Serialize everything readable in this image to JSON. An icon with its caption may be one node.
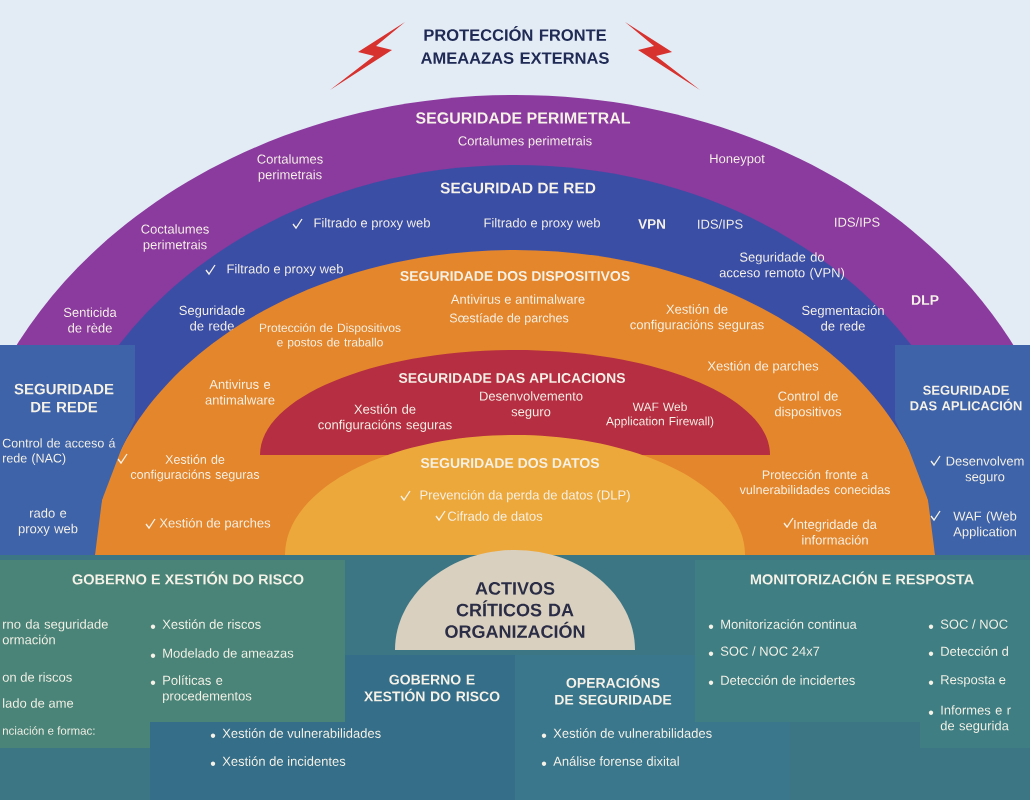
{
  "diagram": {
    "title": "PROTECCIÓN FRONTE AMEAAZAS EXTERNAS",
    "nodes": [
      {
        "text": [
          "SEGURIDADE PERIMETRAL",
          "Cortalumes perimetrais",
          "Cortalumes perimetrais",
          "Honeypot",
          "Coctalumes perimetrais",
          "IDS/IPS",
          "Senticida de rède",
          "DLP"
        ]
      },
      {
        "text": [
          "SEGURIDAD DE RED",
          "Filtrado e proxy web",
          "Filtrado e proxy web",
          "VPN",
          "IDS/IPS",
          "Filtrado e proxy web",
          "Seguridade do acceso remoto (VPN)",
          "Seguridade de rede",
          "Segmentación de rede"
        ],
        "in": 0
      },
      {
        "text": [
          "SEGURIDADE DOS DISPOSITIVOS",
          "Antivirus e antimalware",
          "Sœstíade de parches",
          "Protección de Dispositivos e postos de traballo",
          "Xestión de configuracións seguras",
          "Antivirus e antimalware",
          "Xestión de parches",
          "Control de dispositivos",
          "Xestión de configuracións seguras",
          "Xestión de parches",
          "Protección fronte a vulnerabilidades conecidas",
          "Integridade da información"
        ],
        "in": 1
      },
      {
        "text": [
          "SEGURIDADE DAS APLICACIONS",
          "Xestión de configuracións seguras",
          "Desenvolvemento seguro",
          "WAF Web Application Firewall)"
        ],
        "in": 2
      },
      {
        "text": [
          "SEGURIDADE DOS DATOS",
          "Prevención da perda de datos (DLP)",
          "Cifrado de datos"
        ],
        "in": 2
      },
      {
        "text": [
          "SEGURIDADE DE REDE",
          "Control de acceso á rede (NAC)",
          "rado e proxy web"
        ],
        "in": 0
      },
      {
        "text": [
          "SEGURIDADE DAS APLICACIÓN",
          "Desenvolvem seguro",
          "WAF (Web Application"
        ],
        "in": 0
      },
      {
        "text": [
          "ACTIVOS CRÍTICOS DA ORGANIZACIÓN"
        ]
      },
      {
        "text": [
          "GOBERNO E XESTIÓN DO RISCO",
          "rno da seguridade ormación",
          "on de riscos",
          "lado de ame",
          "nciación e formac:",
          "Xestión de riscos",
          "Modelado de ameazas",
          "Políticas e procedementos"
        ]
      },
      {
        "text": [
          "MONITORIZACIÓN E RESPOSTA",
          "Monitorización continua",
          "SOC / NOC 24x7",
          "Detección de incidertes",
          "SOC / NOC",
          "Detección d",
          "Resposta e",
          "Informes e r de segurida"
        ]
      },
      {
        "text": [
          "GOBERNO E XESTIÓN DO RISCO",
          "Xestión de vulnerabilidades",
          "Xestión de incidentes"
        ]
      },
      {
        "text": [
          "OPERACIÓNS DE SEGURIDADE",
          "Xestión de vulnerabilidades",
          "Análise forense dixital"
        ]
      }
    ]
  }
}
